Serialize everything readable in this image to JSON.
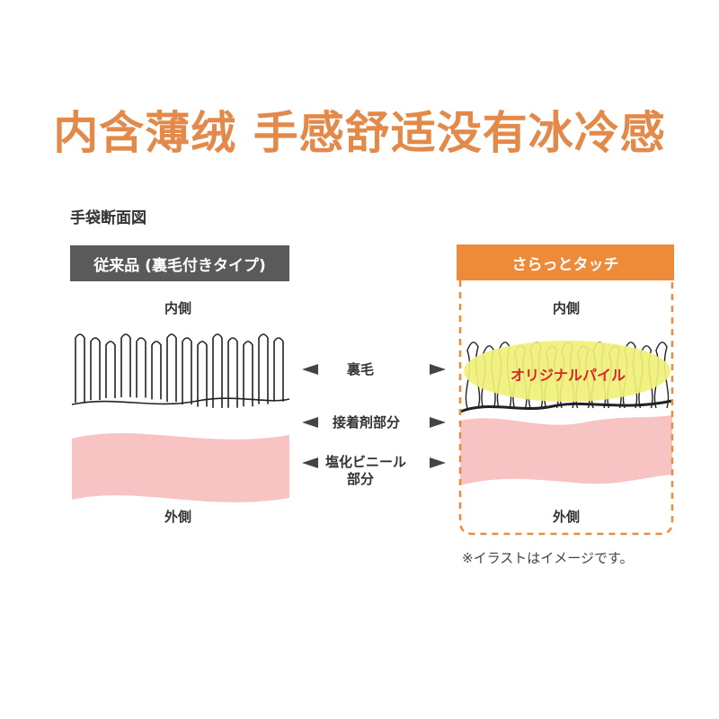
{
  "headline": "内含薄绒 手感舒适没有冰冷感",
  "diagram_title": "手袋断面図",
  "left_panel": {
    "header": "従来品 (裏毛付きタイプ)",
    "inner_label": "内側",
    "outer_label": "外側"
  },
  "right_panel": {
    "header": "さらっとタッチ",
    "inner_label": "内側",
    "outer_label": "外側",
    "highlight_label": "オリジナルパイル"
  },
  "layers": {
    "pile": "裏毛",
    "adhesive": "接着剤部分",
    "pvc_line1": "塩化ビニール",
    "pvc_line2": "部分"
  },
  "note": "※イラストはイメージです。",
  "colors": {
    "headline": "#e3894a",
    "left_header_bg": "#5a5a5a",
    "right_header_bg": "#ee8b3a",
    "pvc_layer": "#f7c3c3",
    "highlight": "#f1f07a",
    "highlight_text": "#d8262b"
  }
}
